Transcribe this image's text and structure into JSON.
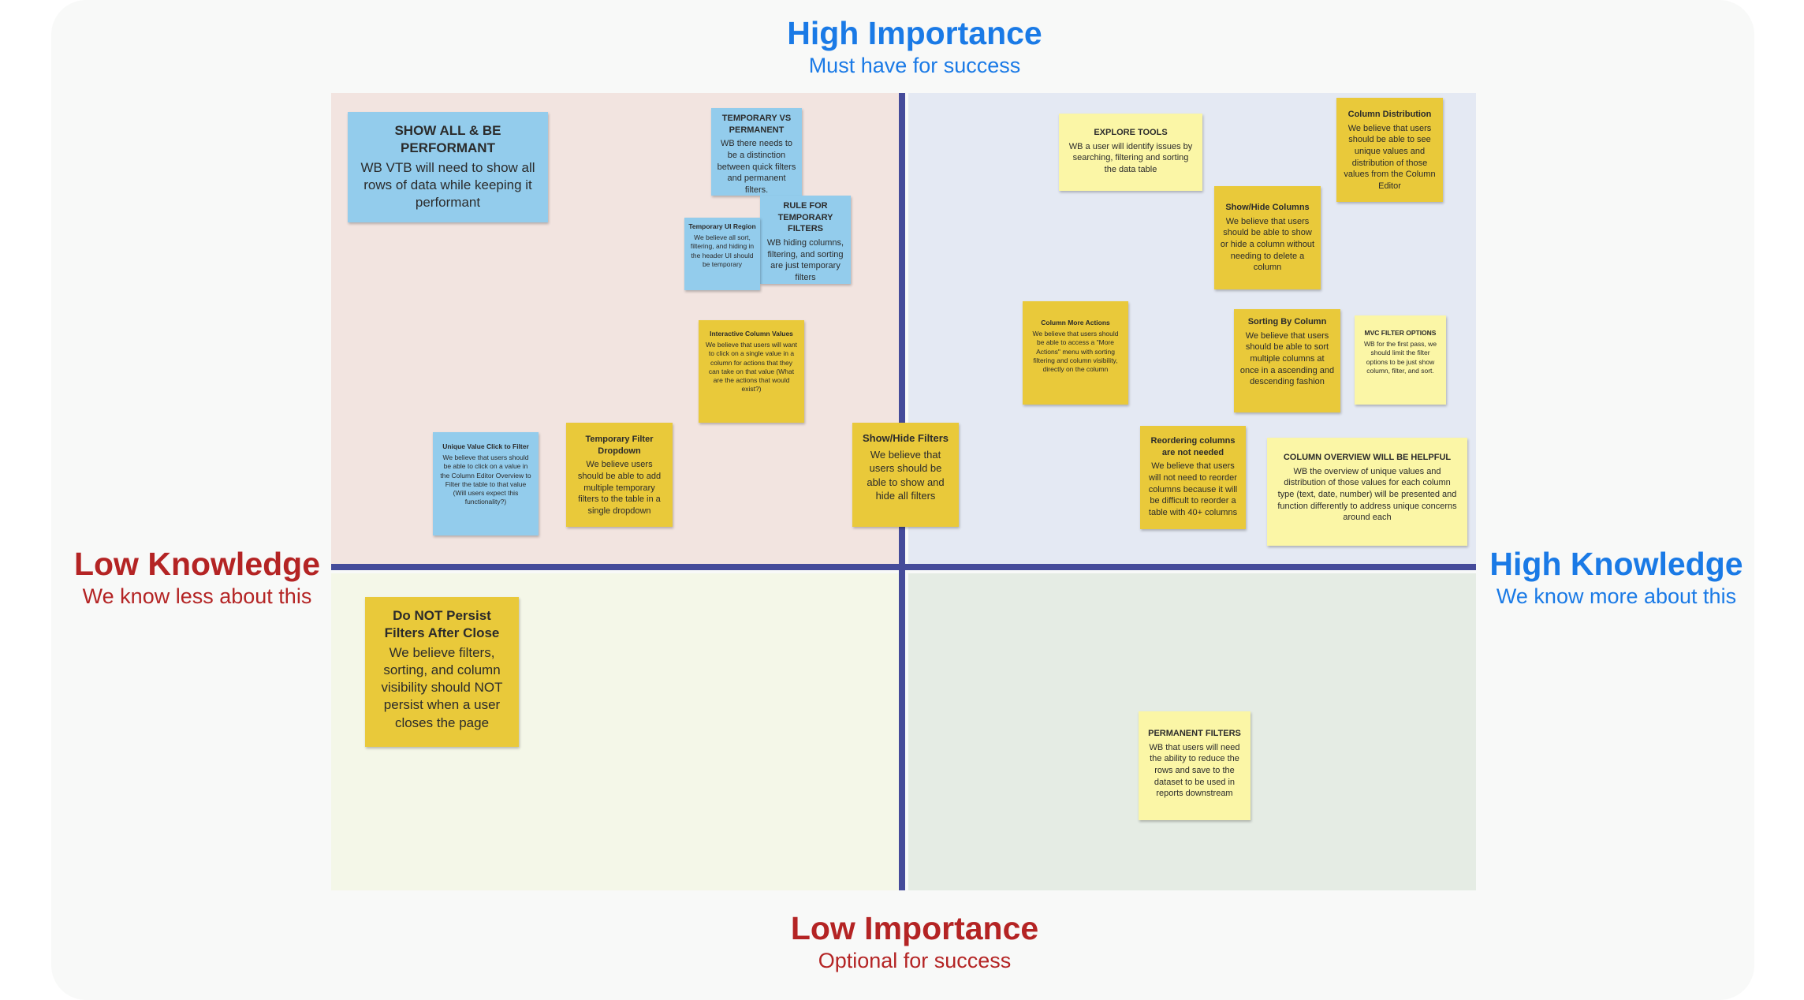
{
  "axes": {
    "top": {
      "title": "High Importance",
      "subtitle": "Must have for success"
    },
    "bottom": {
      "title": "Low Importance",
      "subtitle": "Optional for success"
    },
    "left": {
      "title": "Low Knowledge",
      "subtitle": "We know less about this"
    },
    "right": {
      "title": "High Knowledge",
      "subtitle": "We know more about this"
    }
  },
  "colors": {
    "high_accent": "#1a7ae6",
    "low_accent": "#b42424",
    "divider": "#454b9a",
    "quadrant_top_left": "#f2e4e0",
    "quadrant_top_right": "#e4e9f3",
    "quadrant_bottom_left": "#f4f7e8",
    "quadrant_bottom_right": "#e5ece4",
    "sticky_yellow": "#e9c93a",
    "sticky_light_yellow": "#fbf6a6",
    "sticky_blue": "#93ccec"
  },
  "notes": {
    "show_all": {
      "title": "SHOW ALL & BE PERFORMANT",
      "body": "WB VTB will need to show all rows of data while keeping it performant"
    },
    "temp_vs_perm": {
      "title": "TEMPORARY VS PERMANENT",
      "body": "WB there needs to be a distinction between quick filters and permanent filters."
    },
    "rule_temp": {
      "title": "RULE FOR TEMPORARY FILTERS",
      "body": "WB hiding columns, filtering, and sorting are just temporary filters"
    },
    "temp_ui": {
      "title": "Temporary UI Region",
      "body": "We believe all sort, filtering, and hiding in the header UI should be temporary"
    },
    "interactive_col": {
      "title": "Interactive Column Values",
      "body": "We believe that users will want to click on a single value in a column for actions that they can take on that value (What are the actions that would exist?)"
    },
    "unique_click": {
      "title": "Unique Value Click to Filter",
      "body": "We believe that users should be able to click on a value in the Column Editor Overview to Filter the table to that value (Will users expect this functionality?)"
    },
    "temp_dropdown": {
      "title": "Temporary Filter Dropdown",
      "body": "We believe users should be able to add multiple temporary filters to the table in a single dropdown"
    },
    "show_hide_filters": {
      "title": "Show/Hide Filters",
      "body": "We believe that users should be able to show and hide all filters"
    },
    "explore_tools": {
      "title": "EXPLORE TOOLS",
      "body": "WB a user will identify issues by searching, filtering and sorting the data table"
    },
    "col_distribution": {
      "title": "Column Distribution",
      "body": "We believe that users should be able to see unique values and distribution of those values from the Column Editor"
    },
    "show_hide_cols": {
      "title": "Show/Hide Columns",
      "body": "We believe that users should be able to show or hide a column without needing to delete a column"
    },
    "col_more_actions": {
      "title": "Column More Actions",
      "body": "We believe that users should be able to access a \"More Actions\" menu with sorting filtering and column visibility, directly on the column"
    },
    "sorting_by_col": {
      "title": "Sorting By Column",
      "body": "We believe that users should be able to sort multiple columns at once in a ascending and descending fashion"
    },
    "mvc_filter": {
      "title": "MVC FILTER OPTIONS",
      "body": "WB for the first pass, we should limit the filter options to be just show column, filter, and sort."
    },
    "reordering": {
      "title": "Reordering columns are not needed",
      "body": "We believe that users will not need to reorder columns because it will be difficult to reorder a table with 40+ columns"
    },
    "col_overview": {
      "title": "COLUMN OVERVIEW WILL BE HELPFUL",
      "body": "WB the overview of unique values and distribution of those values for each column type (text, date, number) will be presented and function differently to address unique concerns around each"
    },
    "no_persist": {
      "title": "Do NOT Persist Filters After Close",
      "body": "We believe filters, sorting, and column visibility should NOT persist when a user closes the page"
    },
    "perm_filters": {
      "title": "PERMANENT FILTERS",
      "body": "WB that users will need the ability to reduce the rows  and save to the dataset  to be used in reports downstream"
    }
  }
}
